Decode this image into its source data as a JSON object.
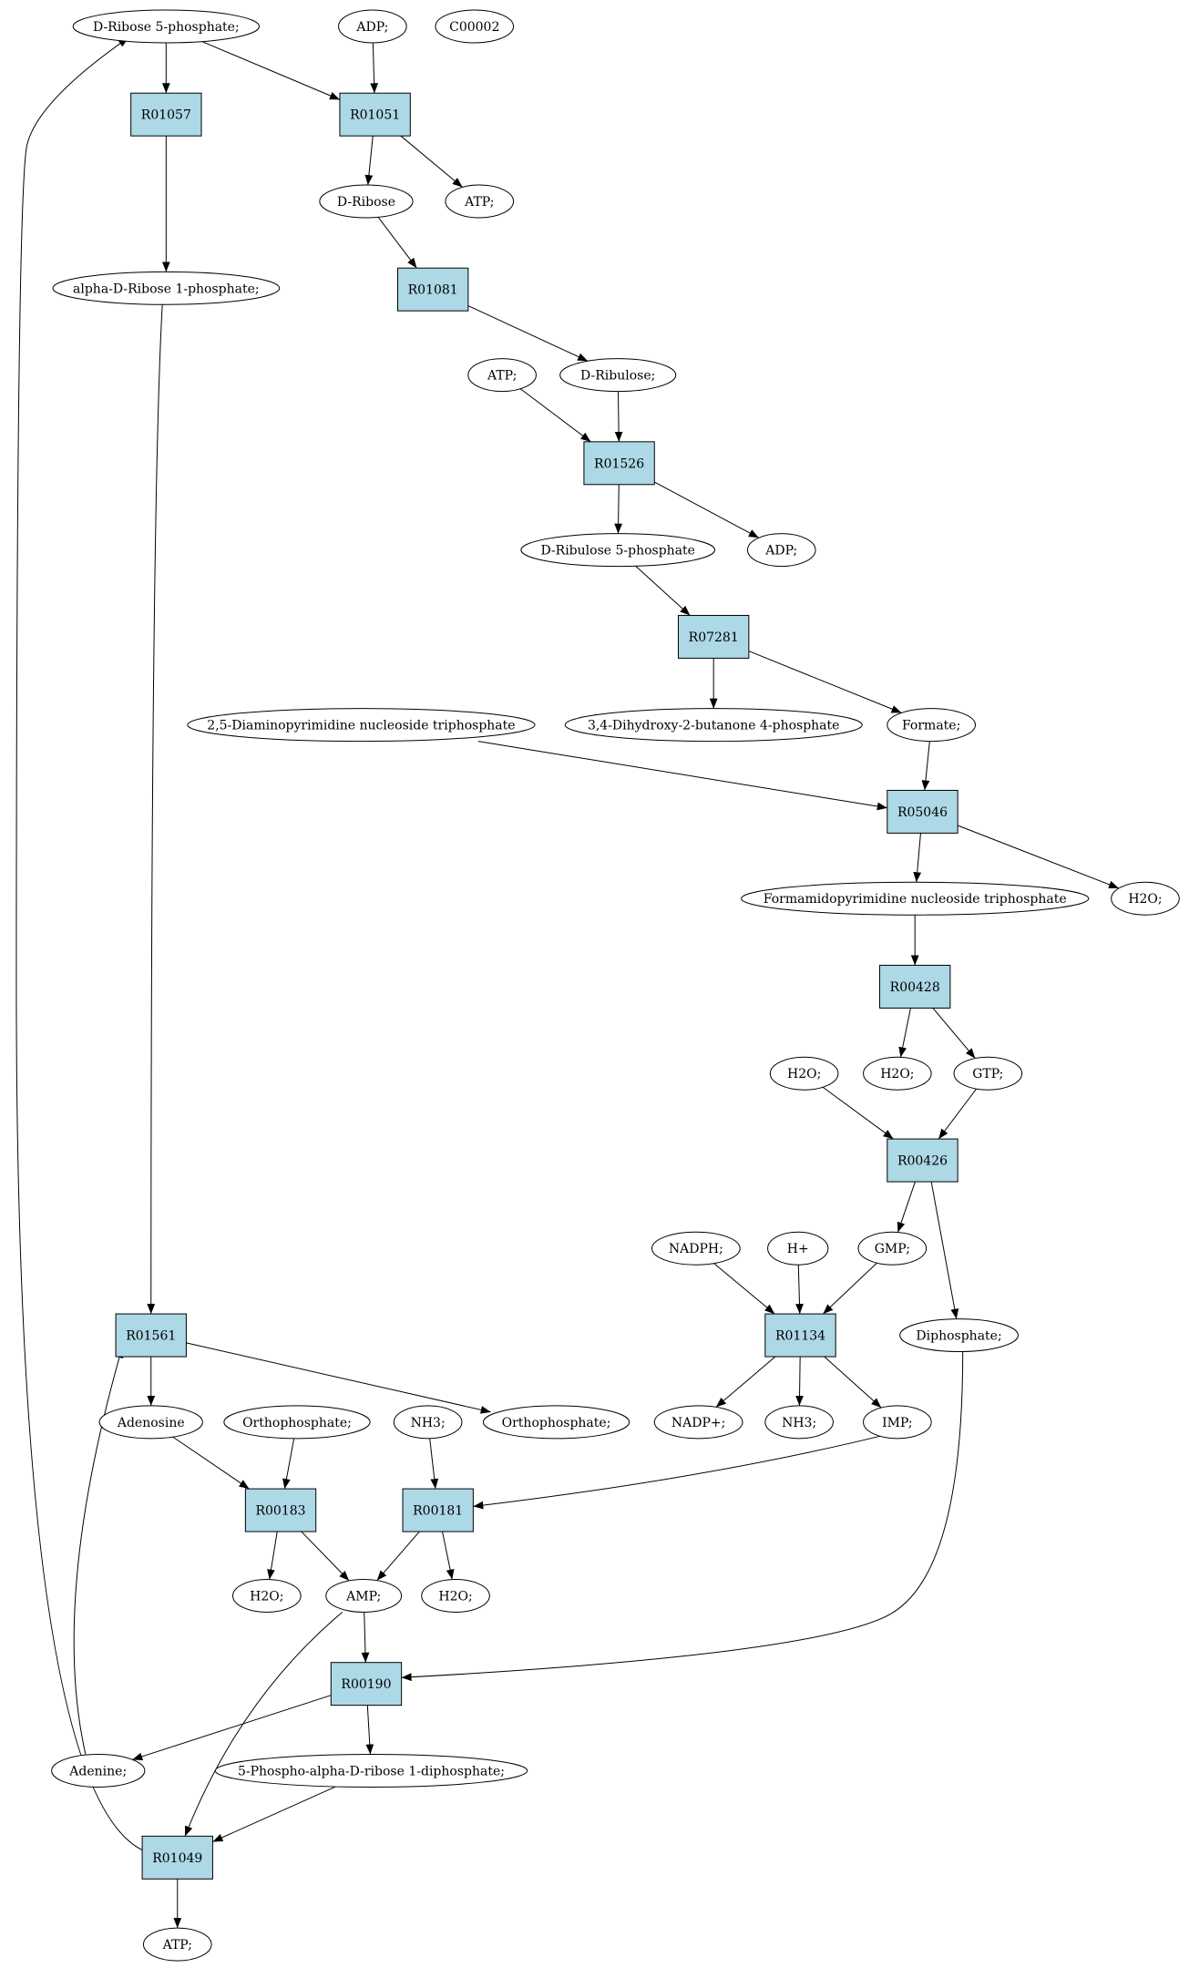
{
  "colors": {
    "reaction": "#add8e6",
    "highlight_green": "#00ff00",
    "highlight_yellow": "#ffff00",
    "default_fill": "#ffffff",
    "stroke": "#000000"
  },
  "nodes": [
    {
      "id": "c_ribose5p",
      "label": "D-Ribose 5-phosphate;",
      "shape": "ellipse",
      "fill": "green"
    },
    {
      "id": "c_adp_top",
      "label": "ADP;",
      "shape": "ellipse"
    },
    {
      "id": "c_c00002",
      "label": "C00002",
      "shape": "ellipse",
      "fill": "yellow"
    },
    {
      "id": "r01057",
      "label": "R01057",
      "shape": "box"
    },
    {
      "id": "r01051",
      "label": "R01051",
      "shape": "box"
    },
    {
      "id": "c_dribose",
      "label": "D-Ribose",
      "shape": "ellipse"
    },
    {
      "id": "c_atp1",
      "label": "ATP;",
      "shape": "ellipse"
    },
    {
      "id": "c_ar1p",
      "label": "alpha-D-Ribose 1-phosphate;",
      "shape": "ellipse"
    },
    {
      "id": "r01081",
      "label": "R01081",
      "shape": "box"
    },
    {
      "id": "c_atp2",
      "label": "ATP;",
      "shape": "ellipse"
    },
    {
      "id": "c_dribulose",
      "label": "D-Ribulose;",
      "shape": "ellipse"
    },
    {
      "id": "r01526",
      "label": "R01526",
      "shape": "box"
    },
    {
      "id": "c_ribulose5p",
      "label": "D-Ribulose 5-phosphate",
      "shape": "ellipse"
    },
    {
      "id": "c_adp2",
      "label": "ADP;",
      "shape": "ellipse"
    },
    {
      "id": "r07281",
      "label": "R07281",
      "shape": "box"
    },
    {
      "id": "c_diaminopyr",
      "label": "2,5-Diaminopyrimidine nucleoside triphosphate",
      "shape": "ellipse"
    },
    {
      "id": "c_dhb4p",
      "label": "3,4-Dihydroxy-2-butanone 4-phosphate",
      "shape": "ellipse"
    },
    {
      "id": "c_formate",
      "label": "Formate;",
      "shape": "ellipse"
    },
    {
      "id": "r05046",
      "label": "R05046",
      "shape": "box"
    },
    {
      "id": "c_formamido",
      "label": "Formamidopyrimidine nucleoside triphosphate",
      "shape": "ellipse"
    },
    {
      "id": "c_h2o_a",
      "label": "H2O;",
      "shape": "ellipse"
    },
    {
      "id": "r00428",
      "label": "R00428",
      "shape": "box"
    },
    {
      "id": "c_h2o_b",
      "label": "H2O;",
      "shape": "ellipse"
    },
    {
      "id": "c_h2o_c",
      "label": "H2O;",
      "shape": "ellipse"
    },
    {
      "id": "c_gtp",
      "label": "GTP;",
      "shape": "ellipse"
    },
    {
      "id": "r00426",
      "label": "R00426",
      "shape": "box"
    },
    {
      "id": "c_nadph",
      "label": "NADPH;",
      "shape": "ellipse"
    },
    {
      "id": "c_hplus",
      "label": "H+",
      "shape": "ellipse"
    },
    {
      "id": "c_gmp",
      "label": "GMP;",
      "shape": "ellipse"
    },
    {
      "id": "r01134",
      "label": "R01134",
      "shape": "box"
    },
    {
      "id": "c_diphosphate",
      "label": "Diphosphate;",
      "shape": "ellipse"
    },
    {
      "id": "r01561",
      "label": "R01561",
      "shape": "box"
    },
    {
      "id": "c_nadp",
      "label": "NADP+;",
      "shape": "ellipse"
    },
    {
      "id": "c_nh3_a",
      "label": "NH3;",
      "shape": "ellipse"
    },
    {
      "id": "c_imp",
      "label": "IMP;",
      "shape": "ellipse"
    },
    {
      "id": "c_adenosine",
      "label": "Adenosine",
      "shape": "ellipse"
    },
    {
      "id": "c_ortho_a",
      "label": "Orthophosphate;",
      "shape": "ellipse"
    },
    {
      "id": "c_nh3_b",
      "label": "NH3;",
      "shape": "ellipse"
    },
    {
      "id": "c_ortho_b",
      "label": "Orthophosphate;",
      "shape": "ellipse"
    },
    {
      "id": "r00183",
      "label": "R00183",
      "shape": "box"
    },
    {
      "id": "r00181",
      "label": "R00181",
      "shape": "box"
    },
    {
      "id": "c_h2o_d",
      "label": "H2O;",
      "shape": "ellipse"
    },
    {
      "id": "c_amp",
      "label": "AMP;",
      "shape": "ellipse"
    },
    {
      "id": "c_h2o_e",
      "label": "H2O;",
      "shape": "ellipse"
    },
    {
      "id": "r00190",
      "label": "R00190",
      "shape": "box"
    },
    {
      "id": "c_adenine",
      "label": "Adenine;",
      "shape": "ellipse"
    },
    {
      "id": "c_prpp",
      "label": "5-Phospho-alpha-D-ribose 1-diphosphate;",
      "shape": "ellipse"
    },
    {
      "id": "r01049",
      "label": "R01049",
      "shape": "box"
    },
    {
      "id": "c_atp3",
      "label": "ATP;",
      "shape": "ellipse"
    }
  ],
  "edges": [
    {
      "from": "c_ribose5p",
      "to": "r01057"
    },
    {
      "from": "c_ribose5p",
      "to": "r01051"
    },
    {
      "from": "c_adp_top",
      "to": "r01051"
    },
    {
      "from": "r01051",
      "to": "c_dribose"
    },
    {
      "from": "r01051",
      "to": "c_atp1"
    },
    {
      "from": "r01057",
      "to": "c_ar1p"
    },
    {
      "from": "c_dribose",
      "to": "r01081"
    },
    {
      "from": "r01081",
      "to": "c_dribulose"
    },
    {
      "from": "c_atp2",
      "to": "r01526"
    },
    {
      "from": "c_dribulose",
      "to": "r01526"
    },
    {
      "from": "r01526",
      "to": "c_ribulose5p"
    },
    {
      "from": "r01526",
      "to": "c_adp2"
    },
    {
      "from": "c_ribulose5p",
      "to": "r07281"
    },
    {
      "from": "r07281",
      "to": "c_dhb4p"
    },
    {
      "from": "r07281",
      "to": "c_formate"
    },
    {
      "from": "c_diaminopyr",
      "to": "r05046"
    },
    {
      "from": "c_formate",
      "to": "r05046"
    },
    {
      "from": "r05046",
      "to": "c_formamido"
    },
    {
      "from": "r05046",
      "to": "c_h2o_a"
    },
    {
      "from": "c_formamido",
      "to": "r00428"
    },
    {
      "from": "r00428",
      "to": "c_h2o_c"
    },
    {
      "from": "r00428",
      "to": "c_gtp"
    },
    {
      "from": "c_h2o_b",
      "to": "r00426"
    },
    {
      "from": "c_gtp",
      "to": "r00426"
    },
    {
      "from": "r00426",
      "to": "c_gmp"
    },
    {
      "from": "r00426",
      "to": "c_diphosphate"
    },
    {
      "from": "c_nadph",
      "to": "r01134"
    },
    {
      "from": "c_hplus",
      "to": "r01134"
    },
    {
      "from": "c_gmp",
      "to": "r01134"
    },
    {
      "from": "r01134",
      "to": "c_nadp"
    },
    {
      "from": "r01134",
      "to": "c_nh3_a"
    },
    {
      "from": "r01134",
      "to": "c_imp"
    },
    {
      "from": "c_ar1p",
      "to": "r01561"
    },
    {
      "from": "r01561",
      "to": "c_adenosine"
    },
    {
      "from": "r01561",
      "to": "c_ortho_b"
    },
    {
      "from": "c_adenosine",
      "to": "r00183"
    },
    {
      "from": "c_ortho_a",
      "to": "r00183"
    },
    {
      "from": "c_nh3_b",
      "to": "r00181"
    },
    {
      "from": "c_imp",
      "to": "r00181"
    },
    {
      "from": "r00183",
      "to": "c_h2o_d"
    },
    {
      "from": "r00183",
      "to": "c_amp"
    },
    {
      "from": "r00181",
      "to": "c_amp"
    },
    {
      "from": "r00181",
      "to": "c_h2o_e"
    },
    {
      "from": "c_amp",
      "to": "r00190"
    },
    {
      "from": "c_diphosphate",
      "to": "r00190"
    },
    {
      "from": "r00190",
      "to": "c_adenine"
    },
    {
      "from": "r00190",
      "to": "c_prpp"
    },
    {
      "from": "c_adenine",
      "to": "r01561"
    },
    {
      "from": "c_amp",
      "to": "r01049"
    },
    {
      "from": "c_prpp",
      "to": "r01049"
    },
    {
      "from": "r01049",
      "to": "c_atp3"
    },
    {
      "from": "r01049",
      "to": "c_ribose5p"
    }
  ]
}
